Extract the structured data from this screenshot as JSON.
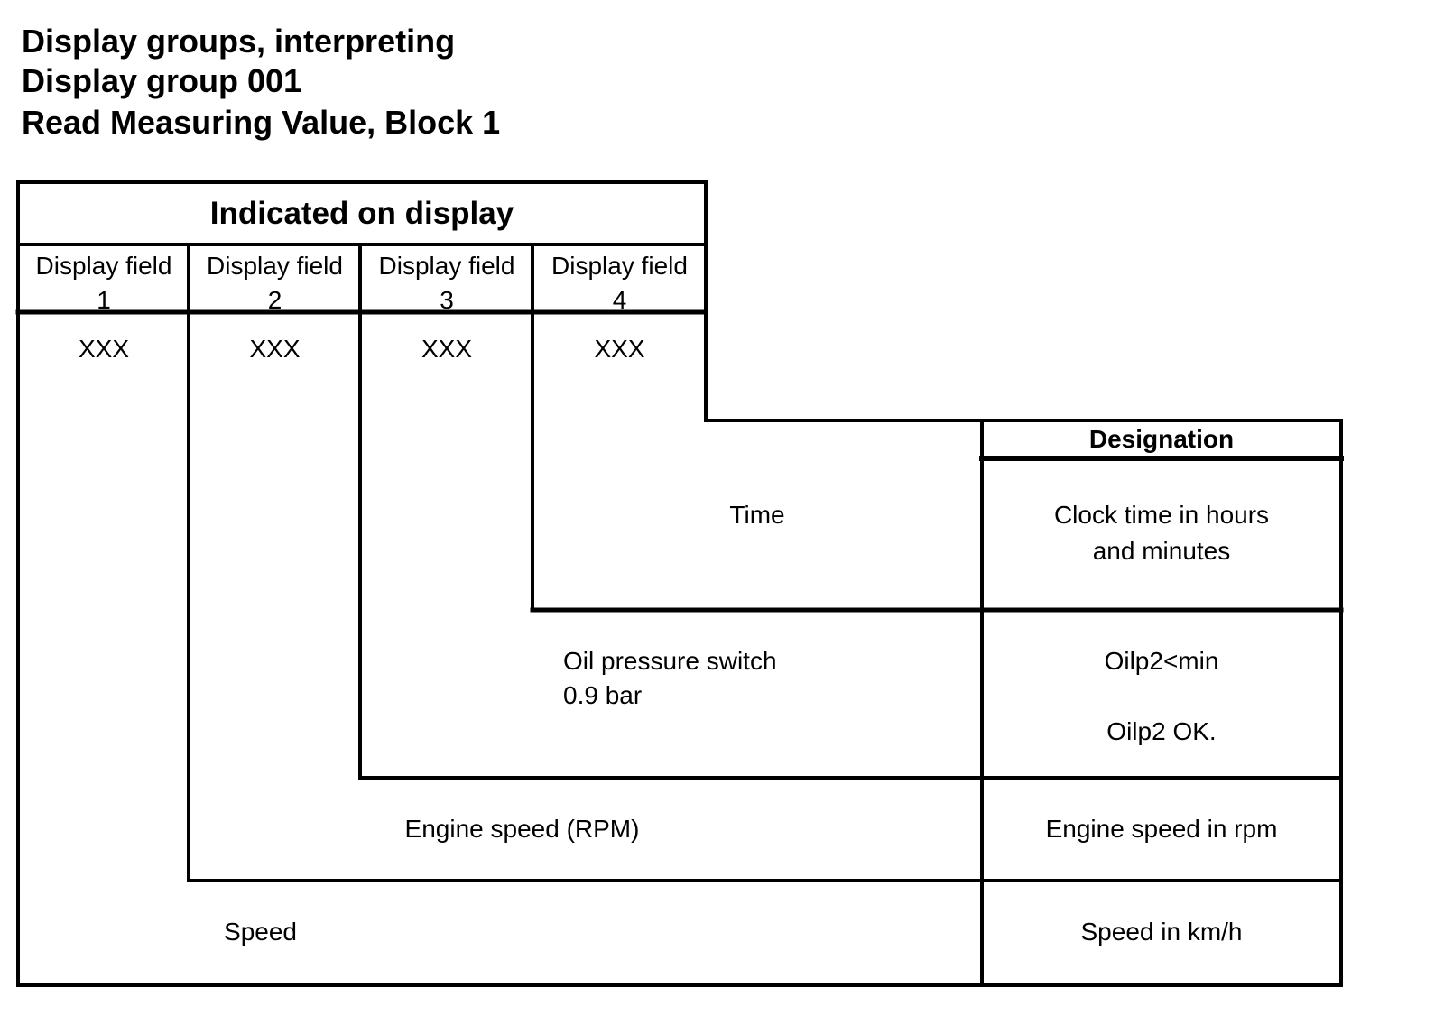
{
  "titles": {
    "line1": "Display groups, interpreting",
    "line2": "Display group 001",
    "line3": "Read Measuring Value, Block 1"
  },
  "table": {
    "header": "Indicated on display",
    "fields": [
      {
        "label": "Display field",
        "number": "1",
        "value": "XXX"
      },
      {
        "label": "Display field",
        "number": "2",
        "value": "XXX"
      },
      {
        "label": "Display field",
        "number": "3",
        "value": "XXX"
      },
      {
        "label": "Display field",
        "number": "4",
        "value": "XXX"
      }
    ],
    "designation_header": "Designation",
    "rows": [
      {
        "name": "Time",
        "designation": [
          "Clock time in hours",
          "and minutes"
        ]
      },
      {
        "name": [
          "Oil pressure switch",
          "0.9 bar"
        ],
        "designation": [
          "Oilp2<min",
          "Oilp2 OK."
        ]
      },
      {
        "name": "Engine speed (RPM)",
        "designation": "Engine speed in rpm"
      },
      {
        "name": "Speed",
        "designation": "Speed in km/h"
      }
    ]
  }
}
